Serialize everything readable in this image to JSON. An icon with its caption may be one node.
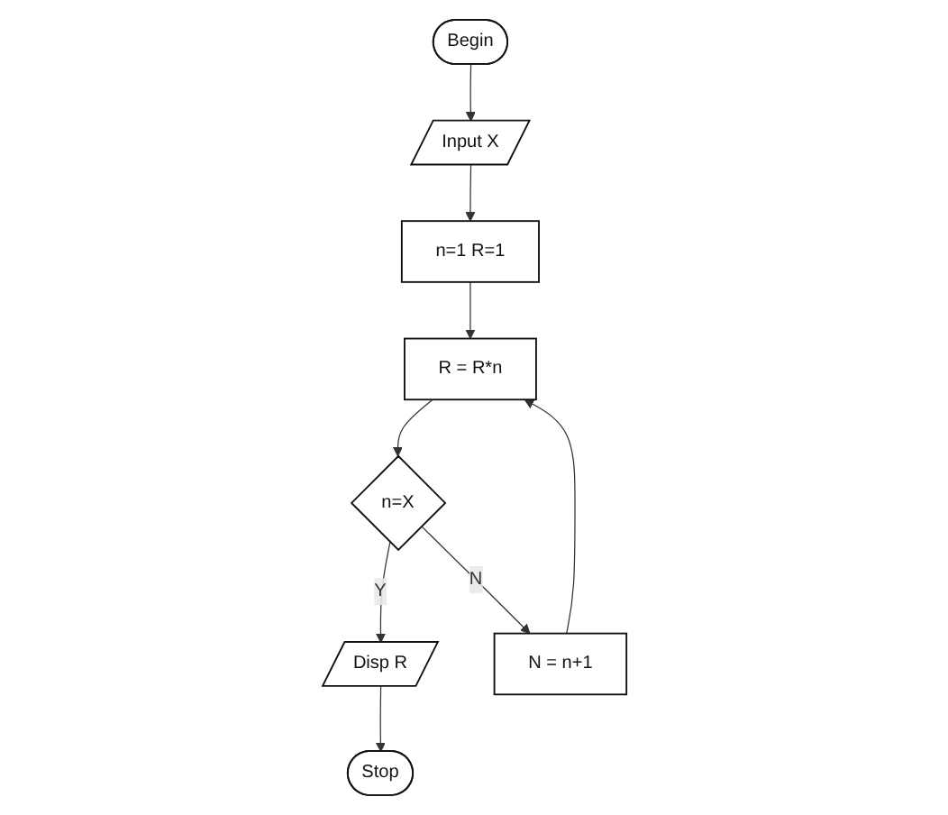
{
  "diagram": {
    "nodes": [
      {
        "text": [
          "Begin"
        ]
      },
      {
        "text": [
          "Input X"
        ]
      },
      {
        "text": [
          "n=1 R=1"
        ]
      },
      {
        "text": [
          "R = R*n"
        ]
      },
      {
        "text": [
          "Disp R"
        ]
      },
      {
        "text": [
          "n=X"
        ]
      },
      {
        "text": [
          "N = n+1"
        ]
      },
      {
        "text": [
          "Stop"
        ]
      }
    ],
    "edges": [
      {
        "from": 0,
        "to": 1,
        "arrow": "to"
      },
      {
        "from": 1,
        "to": 2,
        "arrow": "to"
      },
      {
        "from": 2,
        "to": 3,
        "arrow": "to"
      },
      {
        "from": 3,
        "to": 5,
        "arrow": "to"
      },
      {
        "from": 5,
        "to": 4,
        "arrow": "to",
        "label": "Y"
      },
      {
        "from": 5,
        "to": 6,
        "arrow": "to",
        "label": "N"
      },
      {
        "from": 6,
        "to": 3,
        "arrow": "to"
      },
      {
        "from": 4,
        "to": 7,
        "arrow": "to"
      }
    ]
  }
}
